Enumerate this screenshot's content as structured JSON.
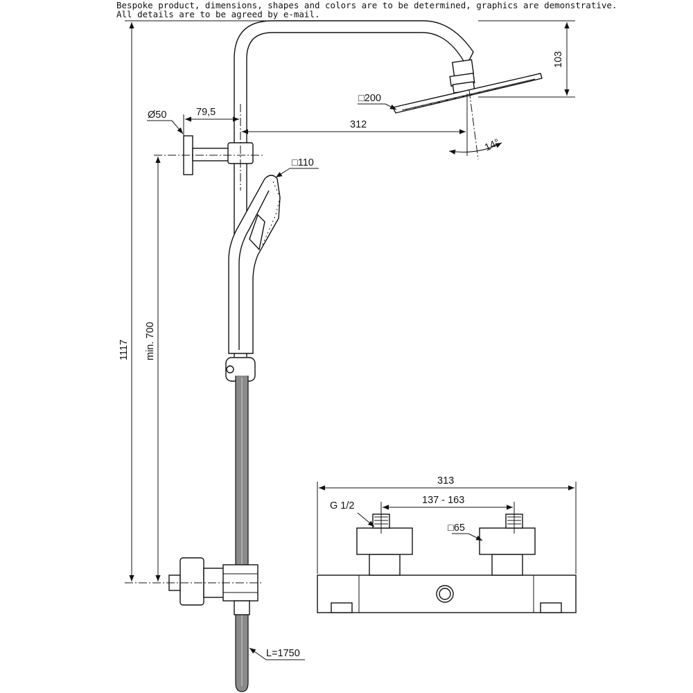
{
  "notes": {
    "line1": "Bespoke product, dimensions, shapes and colors are to be determined, graphics are demonstrative.",
    "line2": "All details are to be agreed by e-mail."
  },
  "dimensions": {
    "overall_height": "1117",
    "min_height": "min. 700",
    "wall_bracket_diameter": "Ø50",
    "bracket_offset": "79,5",
    "arm_reach": "312",
    "head_drop": "103",
    "overhead_shower_size": "□200",
    "tilt_angle": "14°",
    "hand_shower_size": "□110",
    "hose_length": "L=1750",
    "mixer_width": "313",
    "inlet_spacing": "137 - 163",
    "thread": "G 1/2",
    "connector_size": "□65"
  }
}
